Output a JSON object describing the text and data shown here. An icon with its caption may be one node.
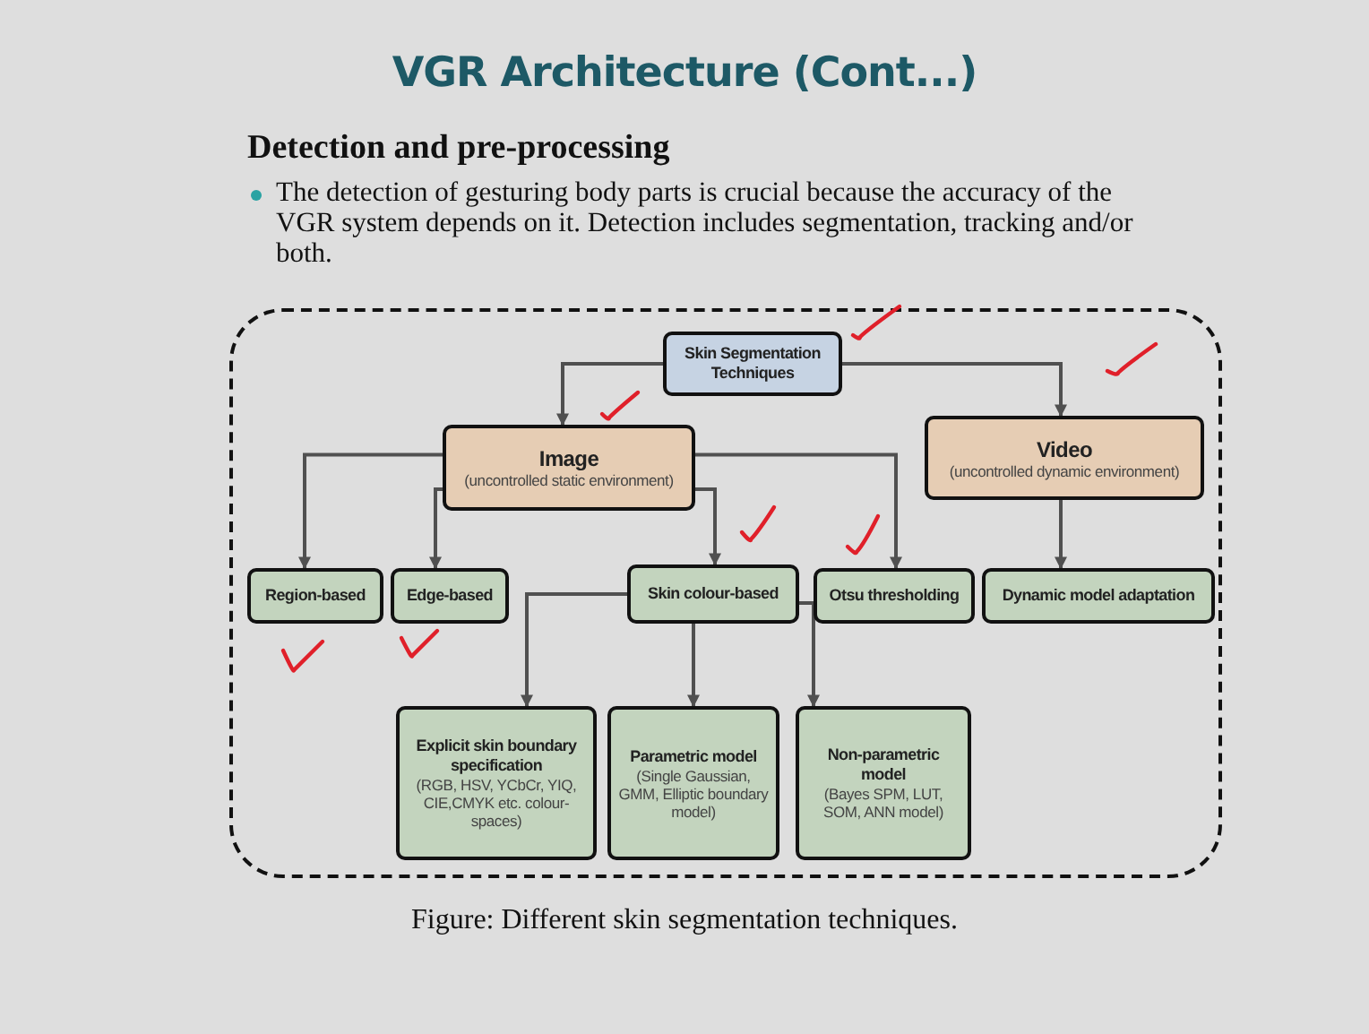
{
  "diagram": {
    "title": "VGR Architecture (Cont...)",
    "caption": "Figure:  Different skin segmentation techniques.",
    "labels": [
      "Detection and pre-processing",
      "The detection of gesturing body parts is crucial because the accuracy of the VGR system depends on it. Detection includes segmentation, tracking and/or both."
    ],
    "nodes": [
      {
        "text": [],
        "shape": "box"
      },
      {
        "text": [
          "Skin Segmentation Techniques"
        ],
        "in": 0
      },
      {
        "text": [
          "Image",
          "(uncontrolled static environment)"
        ],
        "in": 0
      },
      {
        "text": [
          "Video",
          "(uncontrolled dynamic environment)"
        ],
        "in": 0
      },
      {
        "text": [
          "Region-based"
        ],
        "in": 0
      },
      {
        "text": [
          "Edge-based"
        ],
        "in": 0
      },
      {
        "text": [
          "Skin colour-based"
        ],
        "in": 0
      },
      {
        "text": [
          "Otsu thresholding"
        ],
        "in": 0
      },
      {
        "text": [
          "Dynamic model adaptation"
        ],
        "in": 0
      },
      {
        "text": [
          "Explicit skin boundary specification",
          "(RGB, HSV, YCbCr, YIQ, CIE,CMYK etc. colour-spaces)"
        ],
        "in": 0
      },
      {
        "text": [
          "Parametric model",
          "(Single Gaussian, GMM, Elliptic boundary model)"
        ],
        "in": 0
      },
      {
        "text": [
          "Non-parametric model",
          "(Bayes SPM, LUT, SOM, ANN model)"
        ],
        "in": 0
      }
    ],
    "edges": [
      {
        "from": 1,
        "to": 2,
        "arrow": "to"
      },
      {
        "from": 1,
        "to": 3,
        "arrow": "to"
      },
      {
        "from": 2,
        "to": 4,
        "arrow": "to"
      },
      {
        "from": 2,
        "to": 5,
        "arrow": "to"
      },
      {
        "from": 2,
        "to": 6,
        "arrow": "to"
      },
      {
        "from": 2,
        "to": 7,
        "arrow": "to"
      },
      {
        "from": 3,
        "to": 8,
        "arrow": "to"
      },
      {
        "from": 6,
        "to": 9,
        "arrow": "to"
      },
      {
        "from": 6,
        "to": 10,
        "arrow": "to"
      },
      {
        "from": 6,
        "to": 11,
        "arrow": "to"
      }
    ]
  }
}
